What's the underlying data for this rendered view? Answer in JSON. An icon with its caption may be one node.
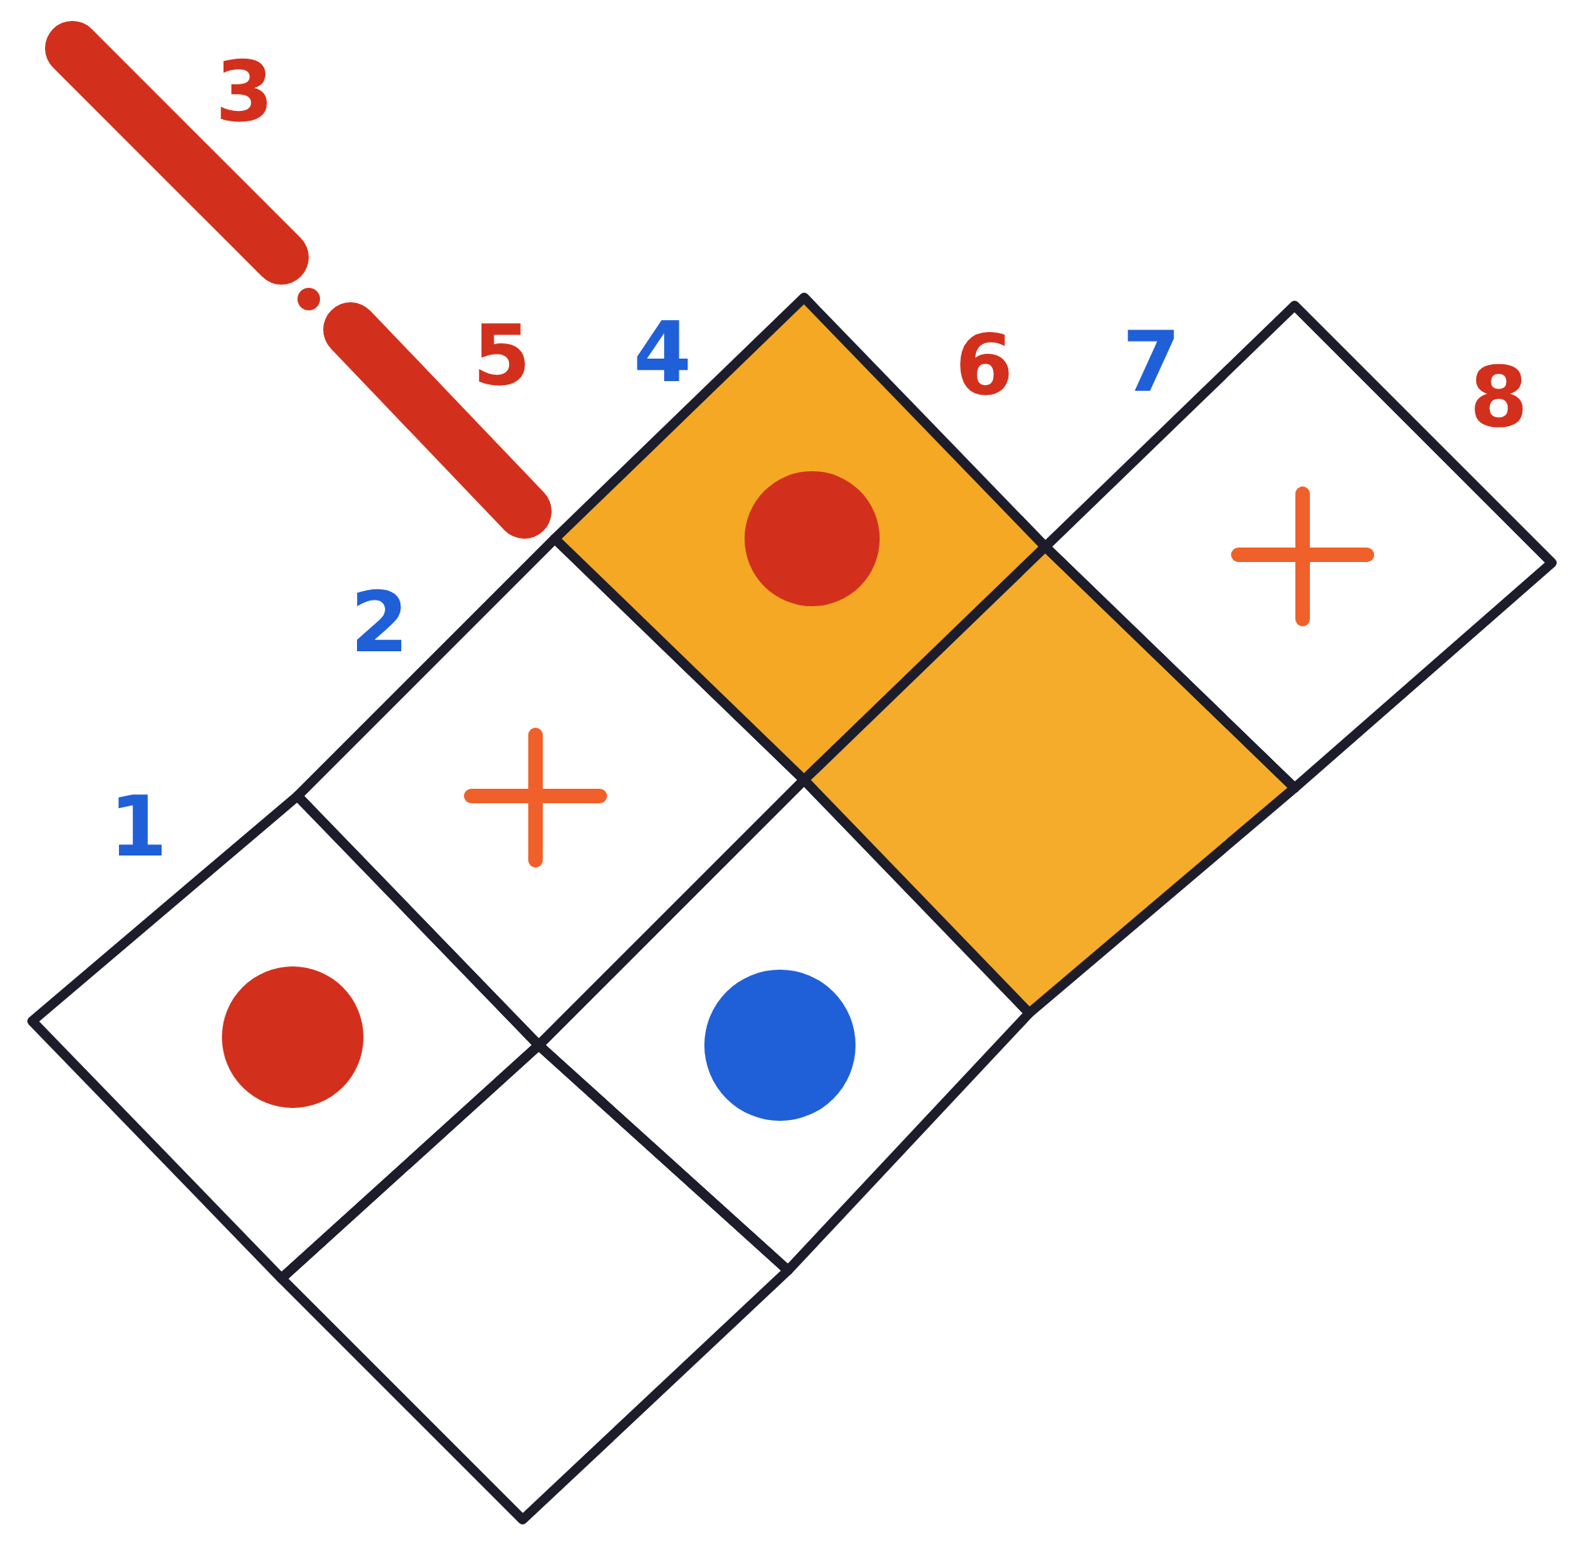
{
  "diagram": {
    "labels": [
      "3",
      "5",
      "4",
      "6",
      "7",
      "8",
      "2",
      "1"
    ]
  }
}
